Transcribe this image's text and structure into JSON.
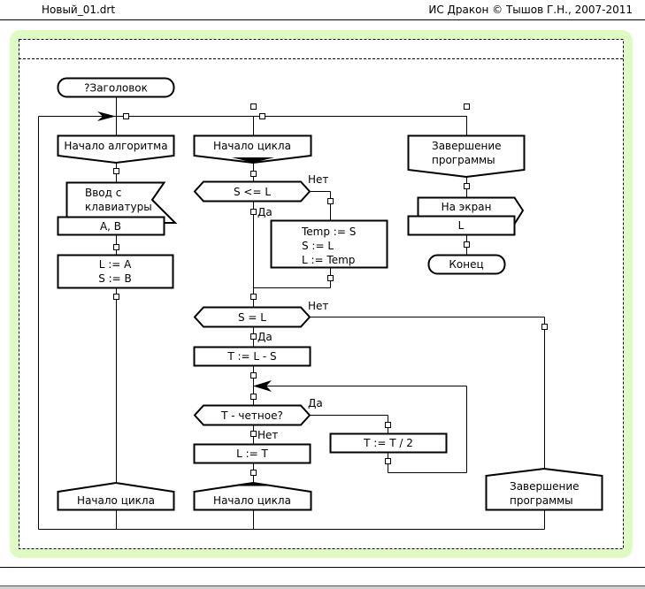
{
  "header": {
    "filename": "Новый_01.drt",
    "copyright": "ИС Дракон © Тышов Г.Н., 2007-2011"
  },
  "diagram": {
    "title": "?Заголовок",
    "branches": [
      {
        "name": "Начало алгоритма",
        "input_label": [
          "Ввод с",
          "клавиатуры"
        ],
        "input_vars": "A, B",
        "action": [
          "L := A",
          "S := B"
        ],
        "address": "Начало цикла"
      },
      {
        "name": "Начало цикла",
        "question1": "S <= L",
        "question1_yes": "Да",
        "question1_no": "Нет",
        "swap_action": [
          "Temp := S",
          "S := L",
          "L := Temp"
        ],
        "question2": "S = L",
        "question2_yes": "Да",
        "question2_no": "Нет",
        "action_t": "T := L - S",
        "question3": "T - четное?",
        "question3_yes": "Да",
        "question3_no": "Нет",
        "action_half": "T := T / 2",
        "action_lt": "L := T",
        "address": "Начало цикла",
        "address_exit": [
          "Завершение",
          "программы"
        ]
      },
      {
        "name": [
          "Завершение",
          "программы"
        ],
        "output_label": "На экран",
        "output_vars": "L",
        "end": "Конец"
      }
    ]
  },
  "colors": {
    "frame_green": "#ddfbc2",
    "line": "#000000",
    "background": "#ffffff"
  }
}
